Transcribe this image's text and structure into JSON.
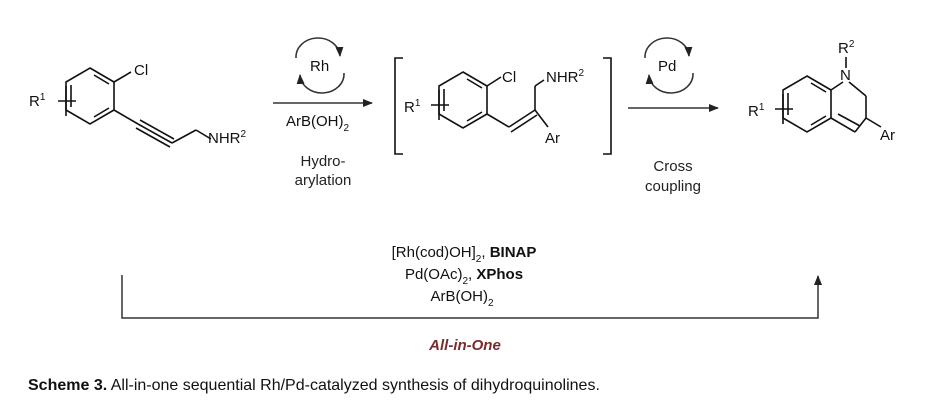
{
  "substrate": {
    "r1": "R",
    "r1_sup": "1",
    "cl": "Cl",
    "amine": "NHR",
    "amine_sup": "2"
  },
  "intermediate": {
    "r1": "R",
    "r1_sup": "1",
    "cl": "Cl",
    "amine": "NHR",
    "amine_sup": "2",
    "ar": "Ar"
  },
  "product": {
    "r1": "R",
    "r1_sup": "1",
    "r2": "R",
    "r2_sup": "2",
    "n": "N",
    "ar": "Ar"
  },
  "step1": {
    "catalyst": "Rh",
    "reagent_main": "ArB(OH)",
    "reagent_sub": "2",
    "label_line1": "Hydro-",
    "label_line2": "arylation"
  },
  "step2": {
    "catalyst": "Pd",
    "label_line1": "Cross",
    "label_line2": "coupling"
  },
  "one_pot": {
    "line1_a": "[Rh(cod)OH]",
    "line1_sub": "2",
    "line1_b": ", ",
    "line1_bold": "BINAP",
    "line2_a": "Pd(OAc)",
    "line2_sub": "2",
    "line2_b": ", ",
    "line2_bold": "XPhos",
    "line3_a": "ArB(OH)",
    "line3_sub": "2",
    "label": "All-in-One"
  },
  "caption": {
    "bold": "Scheme 3.",
    "text": " All-in-one sequential Rh/Pd-catalyzed synthesis of dihydroquinolines."
  },
  "colors": {
    "ink": "#111111",
    "all_in_one": "#7a2b2b"
  }
}
